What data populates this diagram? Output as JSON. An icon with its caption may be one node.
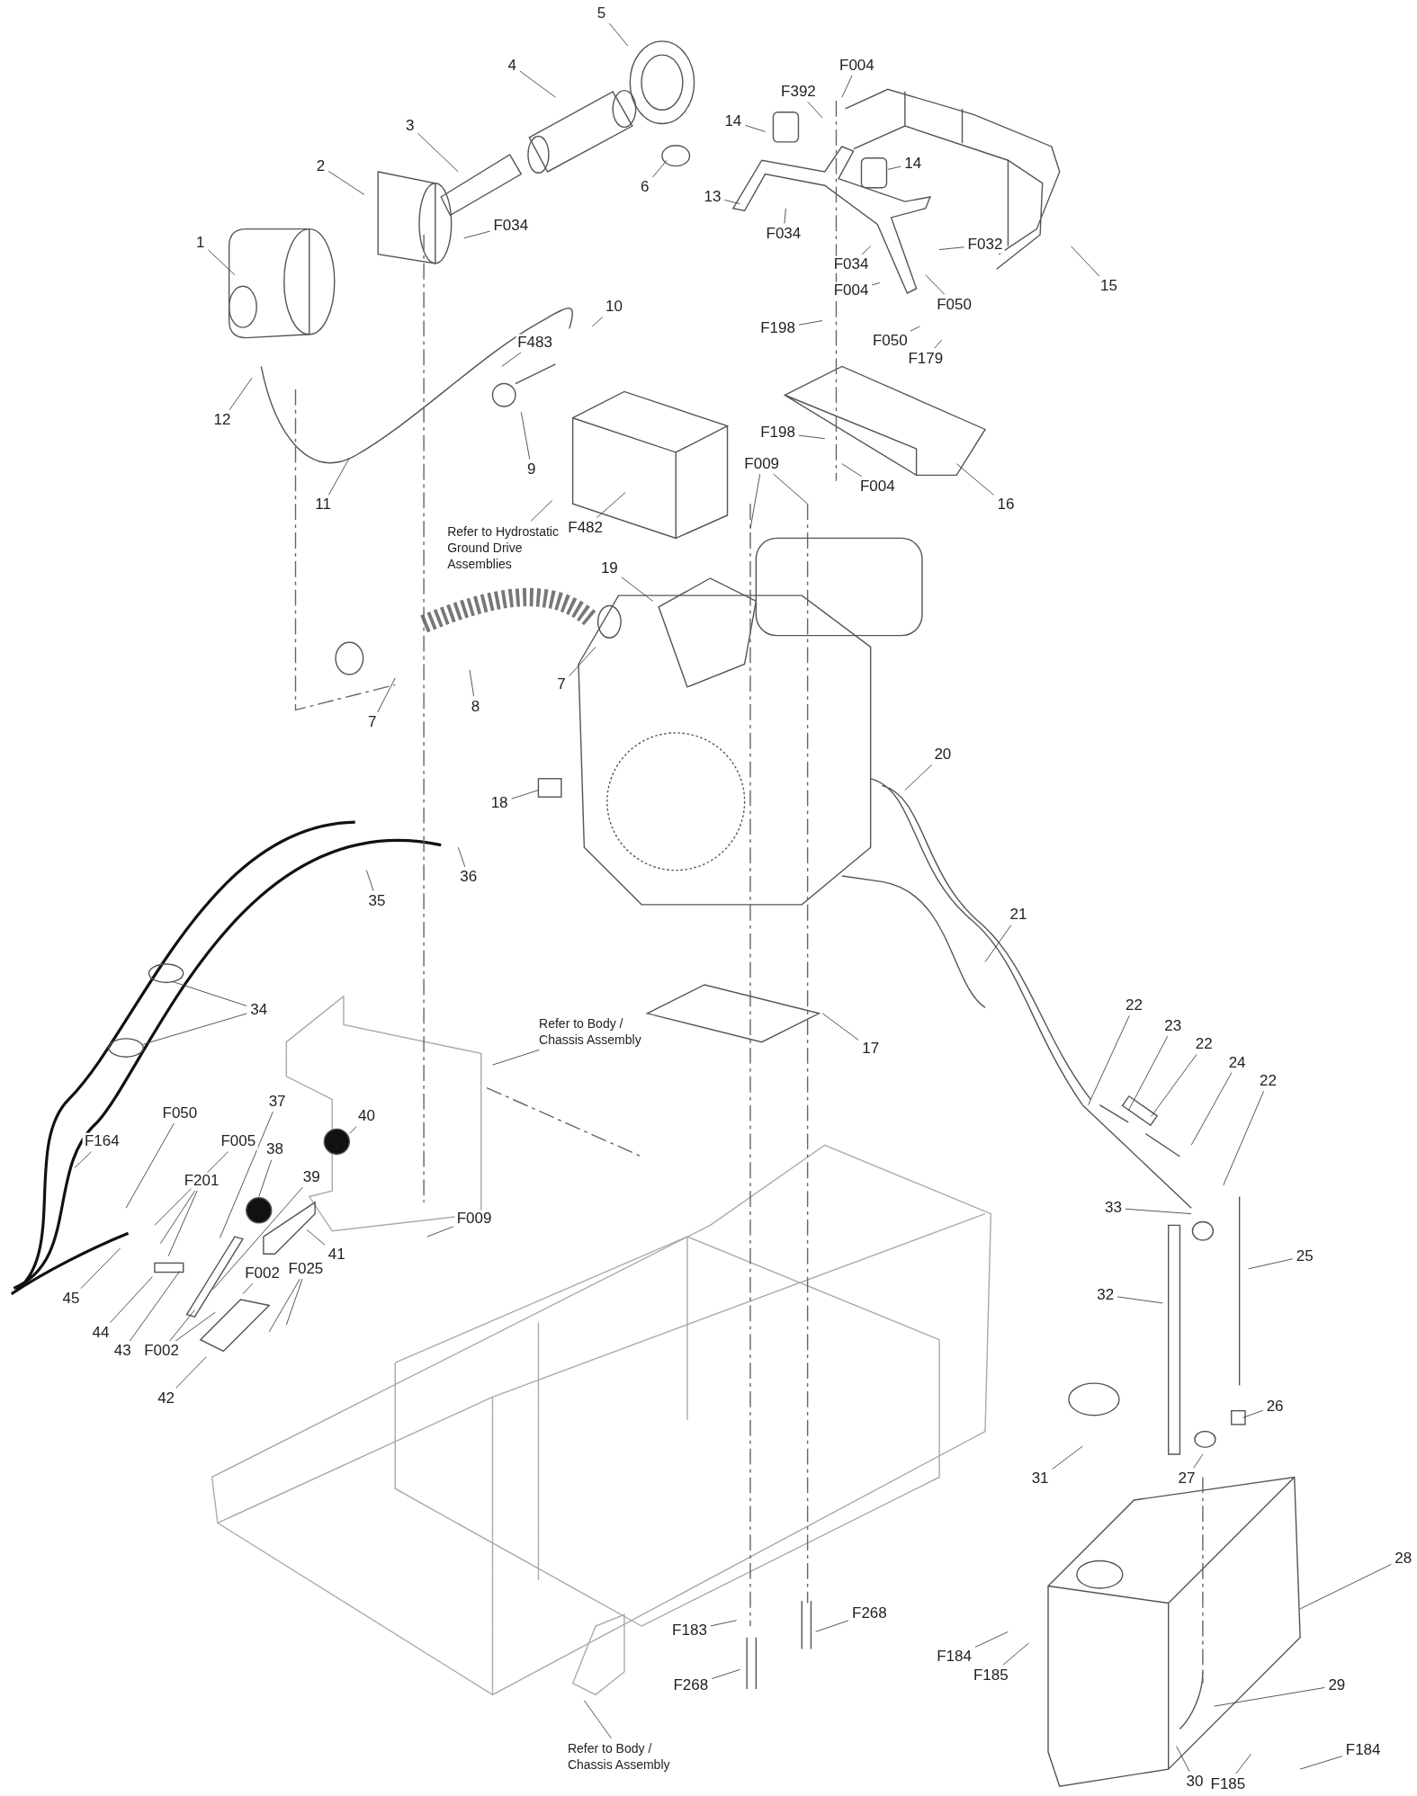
{
  "diagram": {
    "nodes": [
      {
        "text": [
          "1"
        ]
      },
      {
        "text": [
          "2"
        ]
      },
      {
        "text": [
          "3"
        ]
      },
      {
        "text": [
          "4"
        ]
      },
      {
        "text": [
          "5"
        ]
      },
      {
        "text": [
          "6"
        ]
      },
      {
        "text": [
          "14"
        ]
      },
      {
        "text": [
          "F392"
        ]
      },
      {
        "text": [
          "F004"
        ]
      },
      {
        "text": [
          "14"
        ]
      },
      {
        "text": [
          "13"
        ]
      },
      {
        "text": [
          "F034"
        ]
      },
      {
        "text": [
          "F034"
        ]
      },
      {
        "text": [
          "F004"
        ]
      },
      {
        "text": [
          "F032"
        ]
      },
      {
        "text": [
          "F050"
        ]
      },
      {
        "text": [
          "15"
        ]
      },
      {
        "text": [
          "F198"
        ]
      },
      {
        "text": [
          "F050"
        ]
      },
      {
        "text": [
          "F179"
        ]
      },
      {
        "text": [
          "F034"
        ]
      },
      {
        "text": [
          "10"
        ]
      },
      {
        "text": [
          "F483"
        ]
      },
      {
        "text": [
          "12"
        ]
      },
      {
        "text": [
          "9"
        ]
      },
      {
        "text": [
          "11"
        ]
      },
      {
        "text": [
          "F198"
        ]
      },
      {
        "text": [
          "F004"
        ]
      },
      {
        "text": [
          "16"
        ]
      },
      {
        "text": [
          "F009"
        ]
      },
      {
        "text": [
          "F482"
        ]
      },
      {
        "text": [
          "Refer to Hydrostatic Ground Drive Assemblies"
        ]
      },
      {
        "text": [
          "19"
        ]
      },
      {
        "text": [
          "7"
        ]
      },
      {
        "text": [
          "7"
        ]
      },
      {
        "text": [
          "8"
        ]
      },
      {
        "text": [
          "18"
        ]
      },
      {
        "text": [
          "20"
        ]
      },
      {
        "text": [
          "21"
        ]
      },
      {
        "text": [
          "35"
        ]
      },
      {
        "text": [
          "36"
        ]
      },
      {
        "text": [
          "34"
        ]
      },
      {
        "text": [
          "Refer to Body / Chassis Assembly"
        ]
      },
      {
        "text": [
          "17"
        ]
      },
      {
        "text": [
          "22"
        ]
      },
      {
        "text": [
          "23"
        ]
      },
      {
        "text": [
          "22"
        ]
      },
      {
        "text": [
          "24"
        ]
      },
      {
        "text": [
          "22"
        ]
      },
      {
        "text": [
          "F164"
        ]
      },
      {
        "text": [
          "F050"
        ]
      },
      {
        "text": [
          "F005"
        ]
      },
      {
        "text": [
          "37"
        ]
      },
      {
        "text": [
          "40"
        ]
      },
      {
        "text": [
          "38"
        ]
      },
      {
        "text": [
          "39"
        ]
      },
      {
        "text": [
          "F201"
        ]
      },
      {
        "text": [
          "41"
        ]
      },
      {
        "text": [
          "F002"
        ]
      },
      {
        "text": [
          "F025"
        ]
      },
      {
        "text": [
          "F009"
        ]
      },
      {
        "text": [
          "45"
        ]
      },
      {
        "text": [
          "44"
        ]
      },
      {
        "text": [
          "43"
        ]
      },
      {
        "text": [
          "F002"
        ]
      },
      {
        "text": [
          "42"
        ]
      },
      {
        "text": [
          "33"
        ]
      },
      {
        "text": [
          "25"
        ]
      },
      {
        "text": [
          "32"
        ]
      },
      {
        "text": [
          "26"
        ]
      },
      {
        "text": [
          "31"
        ]
      },
      {
        "text": [
          "27"
        ]
      },
      {
        "text": [
          "28"
        ]
      },
      {
        "text": [
          "F183"
        ]
      },
      {
        "text": [
          "F268"
        ]
      },
      {
        "text": [
          "F184"
        ]
      },
      {
        "text": [
          "F185"
        ]
      },
      {
        "text": [
          "F268"
        ]
      },
      {
        "text": [
          "29"
        ]
      },
      {
        "text": [
          "Refer to Body / Chassis Assembly"
        ]
      },
      {
        "text": [
          "F184"
        ]
      },
      {
        "text": [
          "30"
        ]
      },
      {
        "text": [
          "F185"
        ]
      }
    ],
    "edges": [
      {
        "from": 0,
        "to": null,
        "arrow": "none"
      },
      {
        "from": 1,
        "to": null,
        "arrow": "none"
      },
      {
        "from": 2,
        "to": null,
        "arrow": "none"
      },
      {
        "from": 3,
        "to": null,
        "arrow": "none"
      },
      {
        "from": 4,
        "to": null,
        "arrow": "none"
      },
      {
        "from": 5,
        "to": null,
        "arrow": "none"
      },
      {
        "from": 6,
        "to": null,
        "arrow": "none"
      },
      {
        "from": 7,
        "to": null,
        "arrow": "none"
      },
      {
        "from": 8,
        "to": null,
        "arrow": "none"
      },
      {
        "from": 9,
        "to": null,
        "arrow": "none"
      },
      {
        "from": 10,
        "to": null,
        "arrow": "none"
      },
      {
        "from": 11,
        "to": null,
        "arrow": "none"
      },
      {
        "from": 12,
        "to": null,
        "arrow": "none"
      },
      {
        "from": 13,
        "to": null,
        "arrow": "none"
      },
      {
        "from": 14,
        "to": null,
        "arrow": "none"
      },
      {
        "from": 15,
        "to": null,
        "arrow": "none"
      },
      {
        "from": 16,
        "to": null,
        "arrow": "none"
      },
      {
        "from": 17,
        "to": null,
        "arrow": "none"
      },
      {
        "from": 18,
        "to": null,
        "arrow": "none"
      },
      {
        "from": 19,
        "to": null,
        "arrow": "none"
      },
      {
        "from": 20,
        "to": null,
        "arrow": "none"
      },
      {
        "from": 21,
        "to": null,
        "arrow": "none"
      },
      {
        "from": 22,
        "to": null,
        "arrow": "none"
      },
      {
        "from": 23,
        "to": null,
        "arrow": "none"
      },
      {
        "from": 24,
        "to": null,
        "arrow": "none"
      },
      {
        "from": 25,
        "to": null,
        "arrow": "none"
      },
      {
        "from": 26,
        "to": null,
        "arrow": "none"
      },
      {
        "from": 27,
        "to": null,
        "arrow": "none"
      },
      {
        "from": 28,
        "to": null,
        "arrow": "none"
      },
      {
        "from": 29,
        "to": null,
        "arrow": "none"
      },
      {
        "from": 29,
        "to": null,
        "arrow": "none"
      },
      {
        "from": 30,
        "to": null,
        "arrow": "none"
      },
      {
        "from": 31,
        "to": null,
        "arrow": "none"
      },
      {
        "from": 32,
        "to": null,
        "arrow": "none"
      },
      {
        "from": 33,
        "to": null,
        "arrow": "none"
      },
      {
        "from": 34,
        "to": null,
        "arrow": "none"
      },
      {
        "from": 35,
        "to": null,
        "arrow": "none"
      },
      {
        "from": 36,
        "to": null,
        "arrow": "none"
      },
      {
        "from": 37,
        "to": null,
        "arrow": "none"
      },
      {
        "from": 38,
        "to": null,
        "arrow": "none"
      },
      {
        "from": 39,
        "to": null,
        "arrow": "none"
      },
      {
        "from": 40,
        "to": null,
        "arrow": "none"
      },
      {
        "from": 41,
        "to": null,
        "arrow": "none"
      },
      {
        "from": 41,
        "to": null,
        "arrow": "none"
      },
      {
        "from": 42,
        "to": null,
        "arrow": "none"
      },
      {
        "from": 43,
        "to": null,
        "arrow": "none"
      },
      {
        "from": 44,
        "to": null,
        "arrow": "none"
      },
      {
        "from": 45,
        "to": null,
        "arrow": "none"
      },
      {
        "from": 46,
        "to": null,
        "arrow": "none"
      },
      {
        "from": 47,
        "to": null,
        "arrow": "none"
      },
      {
        "from": 48,
        "to": null,
        "arrow": "none"
      },
      {
        "from": 49,
        "to": null,
        "arrow": "none"
      },
      {
        "from": 50,
        "to": null,
        "arrow": "none"
      },
      {
        "from": 51,
        "to": null,
        "arrow": "none"
      },
      {
        "from": 52,
        "to": null,
        "arrow": "none"
      },
      {
        "from": 53,
        "to": null,
        "arrow": "none"
      },
      {
        "from": 54,
        "to": null,
        "arrow": "none"
      },
      {
        "from": 55,
        "to": null,
        "arrow": "none"
      },
      {
        "from": 56,
        "to": null,
        "arrow": "none"
      },
      {
        "from": 56,
        "to": null,
        "arrow": "none"
      },
      {
        "from": 57,
        "to": null,
        "arrow": "none"
      },
      {
        "from": 58,
        "to": null,
        "arrow": "none"
      },
      {
        "from": 59,
        "to": null,
        "arrow": "none"
      },
      {
        "from": 59,
        "to": null,
        "arrow": "none"
      },
      {
        "from": 60,
        "to": null,
        "arrow": "none"
      },
      {
        "from": 61,
        "to": null,
        "arrow": "none"
      },
      {
        "from": 62,
        "to": null,
        "arrow": "none"
      },
      {
        "from": 63,
        "to": null,
        "arrow": "none"
      },
      {
        "from": 64,
        "to": null,
        "arrow": "none"
      },
      {
        "from": 64,
        "to": null,
        "arrow": "none"
      },
      {
        "from": 65,
        "to": null,
        "arrow": "none"
      },
      {
        "from": 66,
        "to": null,
        "arrow": "none"
      },
      {
        "from": 67,
        "to": null,
        "arrow": "none"
      },
      {
        "from": 68,
        "to": null,
        "arrow": "none"
      },
      {
        "from": 69,
        "to": null,
        "arrow": "none"
      },
      {
        "from": 70,
        "to": null,
        "arrow": "none"
      },
      {
        "from": 71,
        "to": null,
        "arrow": "none"
      },
      {
        "from": 72,
        "to": null,
        "arrow": "none"
      },
      {
        "from": 73,
        "to": null,
        "arrow": "none"
      },
      {
        "from": 74,
        "to": null,
        "arrow": "none"
      },
      {
        "from": 75,
        "to": null,
        "arrow": "none"
      },
      {
        "from": 76,
        "to": null,
        "arrow": "none"
      },
      {
        "from": 77,
        "to": null,
        "arrow": "none"
      },
      {
        "from": 78,
        "to": null,
        "arrow": "none"
      },
      {
        "from": 79,
        "to": null,
        "arrow": "none"
      },
      {
        "from": 80,
        "to": null,
        "arrow": "none"
      },
      {
        "from": 81,
        "to": null,
        "arrow": "none"
      },
      {
        "from": 82,
        "to": null,
        "arrow": "none"
      }
    ]
  }
}
